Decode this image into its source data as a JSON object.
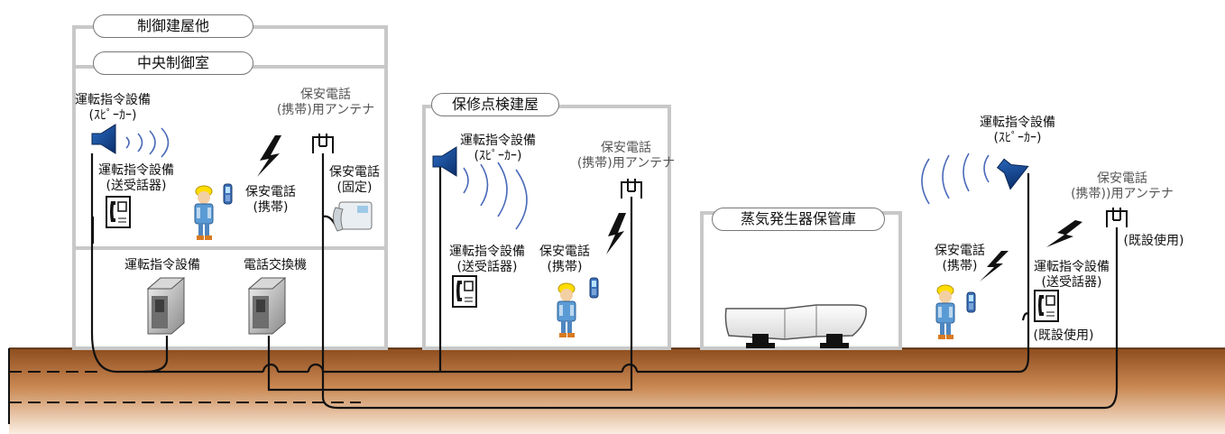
{
  "areas": {
    "control_bldg": "制御建屋他",
    "central_room": "中央制御室",
    "maint_bldg": "保修点検建屋",
    "sg_storage": "蒸気発生器保管庫"
  },
  "labels": {
    "speaker_cc_1": "運転指令設備",
    "speaker_cc_2": "(ｽﾋﾟｰｶｰ)",
    "handset_cc_1": "運転指令設備",
    "handset_cc_2": "(送受話器)",
    "mobile_cc_1": "保安電話",
    "mobile_cc_2": "(携帯)",
    "antenna_cc_1": "保安電話",
    "antenna_cc_2": "(携帯)用アンテナ",
    "fixed_cc_1": "保安電話",
    "fixed_cc_2": "(固定)",
    "server_1": "運転指令設備",
    "server_2": "電話交換機",
    "speaker_mb_1": "運転指令設備",
    "speaker_mb_2": "(ｽﾋﾟｰｶｰ)",
    "antenna_mb_1": "保安電話",
    "antenna_mb_2": "(携帯)用アンテナ",
    "handset_mb_1": "運転指令設備",
    "handset_mb_2": "(送受話器)",
    "mobile_mb_1": "保安電話",
    "mobile_mb_2": "(携帯)",
    "speaker_out_1": "運転指令設備",
    "speaker_out_2": "(ｽﾋﾟｰｶｰ)",
    "antenna_out_1": "保安電話",
    "antenna_out_2": "(携帯))用アンテナ",
    "antenna_out_3": "(既設使用)",
    "mobile_out_1": "保安電話",
    "mobile_out_2": "(携帯)",
    "handset_out_1": "運転指令設備",
    "handset_out_2": "(送受話器)",
    "handset_out_3": "(既設使用)"
  }
}
